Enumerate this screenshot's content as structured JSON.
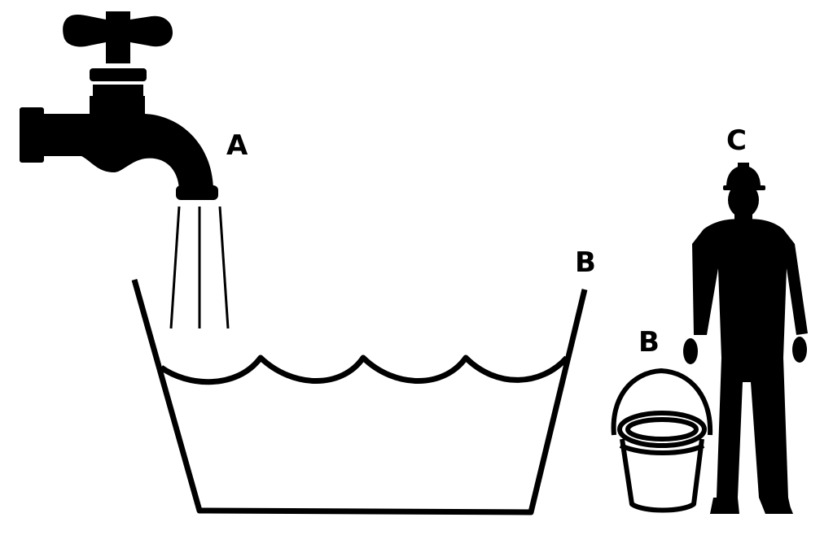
{
  "labels": {
    "faucet": "A",
    "tub": "B",
    "bucket": "B",
    "worker": "C"
  },
  "colors": {
    "ink": "#000000",
    "background": "#ffffff"
  },
  "icons": [
    "faucet-icon",
    "water-stream-icon",
    "tub-icon",
    "bucket-icon",
    "worker-silhouette-icon"
  ]
}
